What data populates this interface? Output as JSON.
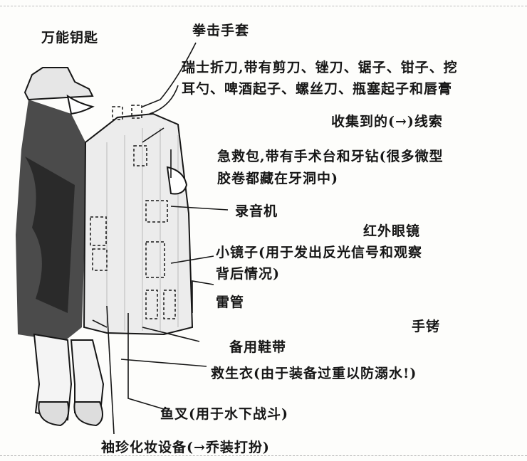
{
  "labels": {
    "skeleton_key": "万能钥匙",
    "boxing_gloves": "拳击手套",
    "swiss_knife_line1": "瑞士折刀,带有剪刀、锉刀、锯子、钳子、挖",
    "swiss_knife_line2": "耳勺、啤酒起子、螺丝刀、瓶塞起子和唇膏",
    "collected_clues": "收集到的(→)线索",
    "first_aid_line1": "急救包,带有手术台和牙钻(很多微型",
    "first_aid_line2": "胶卷都藏在牙洞中)",
    "tape_recorder": "录音机",
    "infrared_glasses": "红外眼镜",
    "mirror_line1": "小镜子(用于发出反光信号和观察",
    "mirror_line2": "背后情况)",
    "detonator": "雷管",
    "handcuffs": "手铐",
    "spare_laces": "备用鞋带",
    "life_jacket": "救生衣(由于装备过重以防溺水!)",
    "harpoon": "鱼叉(用于水下战斗)",
    "makeup_kit": "袖珍化妆设备(→乔装打扮)"
  },
  "colors": {
    "ink": "#161616",
    "coat_dark": "#2b2b2b",
    "paper": "#fdfdfb"
  }
}
